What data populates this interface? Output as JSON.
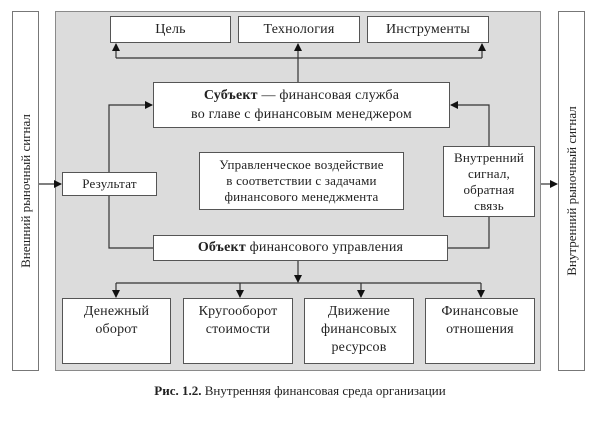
{
  "left_side_label": "Внешний рыночный сигнал",
  "right_side_label": "Внутренний рыночный сигнал",
  "top_boxes": [
    "Цель",
    "Технология",
    "Инструменты"
  ],
  "subject": {
    "bold": "Субъект",
    "line1_rest": " — финансовая служба",
    "line2": "во главе с финансовым менеджером"
  },
  "result": "Результат",
  "management_influence": [
    "Управленческое воздействие",
    "в соответствии с задачами",
    "финансового менеджмента"
  ],
  "internal_signal": [
    "Внутренний",
    "сигнал,",
    "обратная",
    "связь"
  ],
  "object": {
    "bold": "Объект",
    "rest": " финансового управления"
  },
  "bottom_boxes": [
    [
      "Денежный",
      "оборот"
    ],
    [
      "Кругооборот",
      "стоимости"
    ],
    [
      "Движение",
      "финансовых",
      "ресурсов"
    ],
    [
      "Финансовые",
      "отношения"
    ]
  ],
  "caption": {
    "bold": "Рис. 1.2.",
    "rest": " Внутренняя финансовая среда организации"
  }
}
